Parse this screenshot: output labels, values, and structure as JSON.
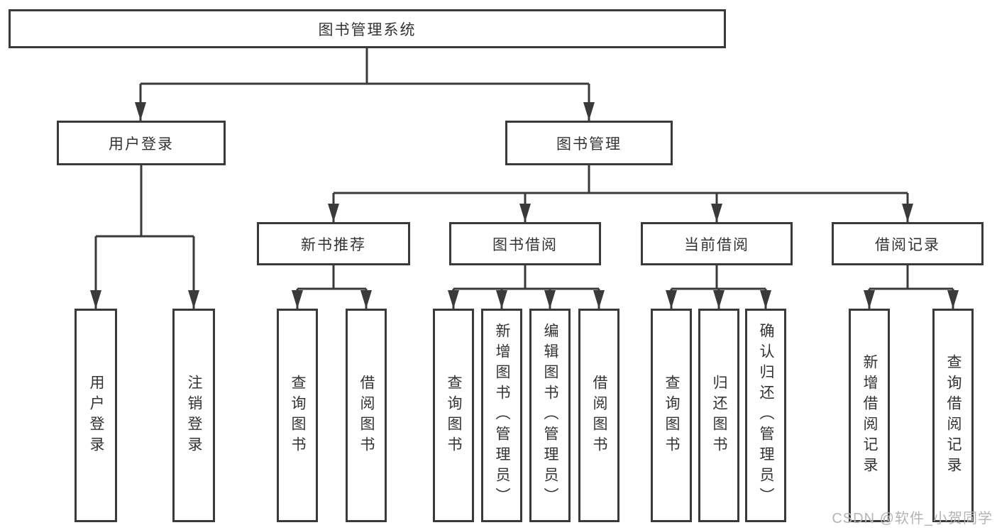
{
  "diagram": {
    "root": {
      "label": "图书管理系统"
    },
    "branches": [
      {
        "label": "用户登录",
        "children": [
          {
            "label": "用户登录"
          },
          {
            "label": "注销登录"
          }
        ]
      },
      {
        "label": "图书管理",
        "children": [
          {
            "label": "新书推荐",
            "children": [
              {
                "label": "查询图书"
              },
              {
                "label": "借阅图书"
              }
            ]
          },
          {
            "label": "图书借阅",
            "children": [
              {
                "label": "查询图书"
              },
              {
                "label": "新增图书（管理员）"
              },
              {
                "label": "编辑图书（管理员）"
              },
              {
                "label": "借阅图书"
              }
            ]
          },
          {
            "label": "当前借阅",
            "children": [
              {
                "label": "查询图书"
              },
              {
                "label": "归还图书"
              },
              {
                "label": "确认归还（管理员）"
              }
            ]
          },
          {
            "label": "借阅记录",
            "children": [
              {
                "label": "新增借阅记录"
              },
              {
                "label": "查询借阅记录"
              }
            ]
          }
        ]
      }
    ],
    "watermark": "CSDN @软件_小贺同学",
    "colors": {
      "line": "#3a3a3a",
      "text": "#333333",
      "background": "#ffffff",
      "watermark": "#b4b4b4"
    }
  }
}
